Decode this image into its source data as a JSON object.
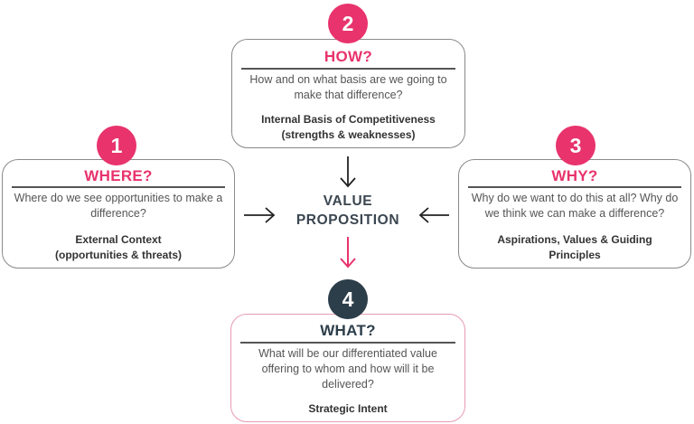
{
  "colors": {
    "accent": "#e8336d",
    "dark": "#2c3e4a",
    "text": "#444444",
    "border_grey": "#8a8a8a",
    "border_pink": "#e79ab7"
  },
  "center": {
    "line1": "VALUE",
    "line2": "PROPOSITION"
  },
  "boxes": [
    {
      "number": "1",
      "heading": "WHERE?",
      "question": "Where do we see opportunities to make a difference?",
      "basis_line1": "External Context",
      "basis_line2": "(opportunities & threats)"
    },
    {
      "number": "2",
      "heading": "HOW?",
      "question": "How and on what basis are we going to make that difference?",
      "basis_line1": "Internal Basis of Competitiveness",
      "basis_line2": "(strengths & weaknesses)"
    },
    {
      "number": "3",
      "heading": "WHY?",
      "question": "Why do we want to do this at all? Why do we think we can make a difference?",
      "basis_line1": "Aspirations, Values & Guiding",
      "basis_line2": "Principles"
    },
    {
      "number": "4",
      "heading": "WHAT?",
      "question": "What will be our differentiated value offering to whom and how will it be delivered?",
      "basis_line1": "Strategic Intent",
      "basis_line2": ""
    }
  ]
}
